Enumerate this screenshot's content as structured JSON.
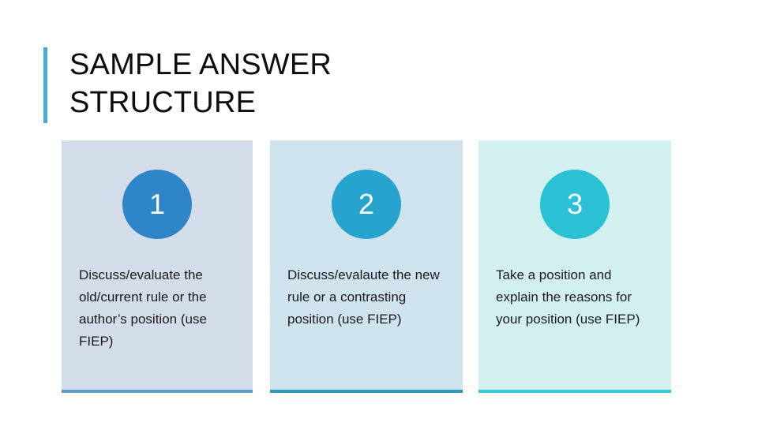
{
  "slide": {
    "background_color": "#FFFFFF",
    "title": "Sample Answer Structure",
    "title_display": "SAMPLE ANSWER\nSTRUCTURE",
    "accent_bar_color": "#45AED6"
  },
  "cards": [
    {
      "number": "1",
      "text": "Discuss/evaluate the old/current rule or the author’s position (use FIEP)",
      "background_color": "#D3DDE9",
      "circle_color": "#2E86C8",
      "underline_color": "#5B9BC4",
      "number_color": "#FFFFFF"
    },
    {
      "number": "2",
      "text": "Discuss/evalaute the new rule or a contrasting position (use FIEP)",
      "background_color": "#CFE3EF",
      "circle_color": "#27A4CE",
      "underline_color": "#2B99B8",
      "number_color": "#FFFFFF"
    },
    {
      "number": "3",
      "text": "Take a position and explain the reasons for your position (use FIEP)",
      "background_color": "#D2F0F0",
      "circle_color": "#2BC0D4",
      "underline_color": "#3FC7D6",
      "number_color": "#FFFFFF"
    }
  ]
}
